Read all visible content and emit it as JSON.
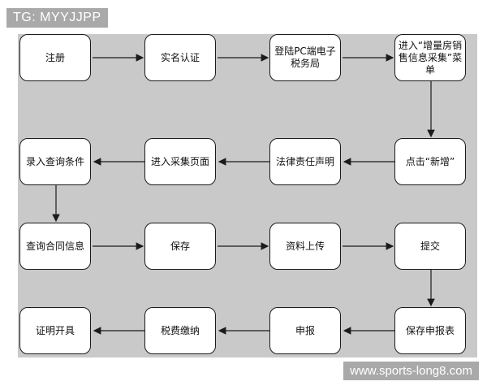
{
  "watermark_top": "TG: MYYJJPP",
  "watermark_bottom": "www.sports-long8.com",
  "nodes": {
    "register": "注册",
    "real_name": "实名认证",
    "login_pc": "登陆PC端电子税务局",
    "enter_menu": "进入“增量房销售信息采集”菜单",
    "click_add": "点击“新增”",
    "legal_statement": "法律责任声明",
    "enter_collect_page": "进入采集页面",
    "enter_query": "录入查询条件",
    "query_contract": "查询合同信息",
    "save": "保存",
    "upload": "资料上传",
    "submit": "提交",
    "save_declaration": "保存申报表",
    "declare": "申报",
    "pay_tax": "税费缴纳",
    "certificate": "证明开具"
  },
  "colors": {
    "panel": "#c9c9c9",
    "node_fill": "#ffffff",
    "line": "#1b1b1b",
    "watermark_bg": "#a9a9a9"
  }
}
